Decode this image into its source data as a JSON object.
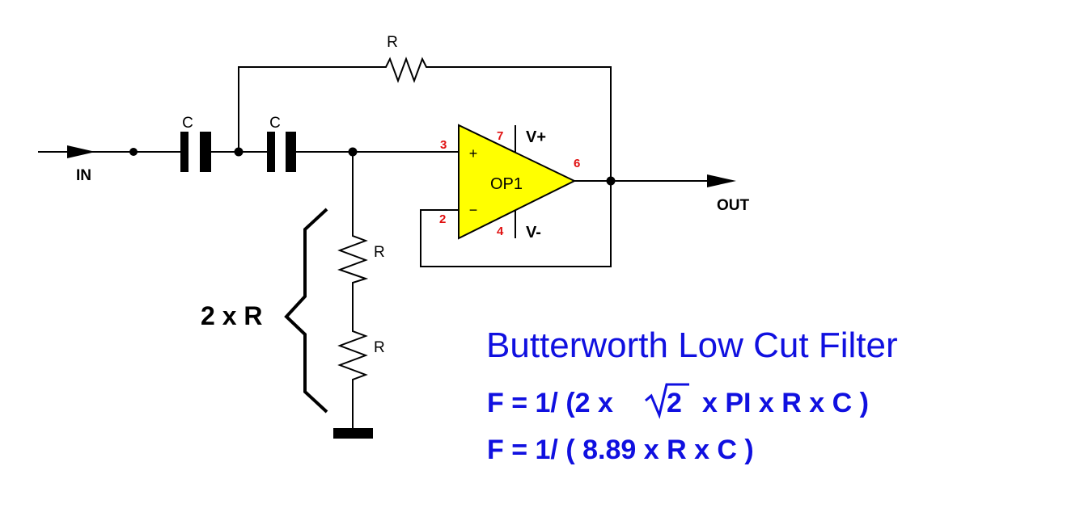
{
  "diagram": {
    "title": "Butterworth Low Cut Filter",
    "formula_1": {
      "prefix": "F = 1/ (2 x",
      "radicand": "2",
      "suffix": "x PI x R x C )"
    },
    "formula_2": "F = 1/ ( 8.89 x R x C )",
    "colors": {
      "formula_text": "#1010e0",
      "opamp_fill": "#ffff00",
      "pin_numbers": "#e01010",
      "wires": "#000000"
    },
    "input_label": "IN",
    "output_label": "OUT",
    "opamp": {
      "label": "OP1",
      "plus_symbol": "+",
      "minus_symbol": "−",
      "pins": {
        "non_inverting": "3",
        "inverting": "2",
        "output": "6",
        "v_plus": "7",
        "v_minus": "4"
      },
      "v_plus_label": "V+",
      "v_minus_label": "V-"
    },
    "capacitors": [
      {
        "label": "C"
      },
      {
        "label": "C"
      }
    ],
    "feedback_resistor": {
      "label": "R"
    },
    "shunt_resistors": [
      {
        "label": "R"
      },
      {
        "label": "R"
      }
    ],
    "brace_label": "2 x R"
  }
}
